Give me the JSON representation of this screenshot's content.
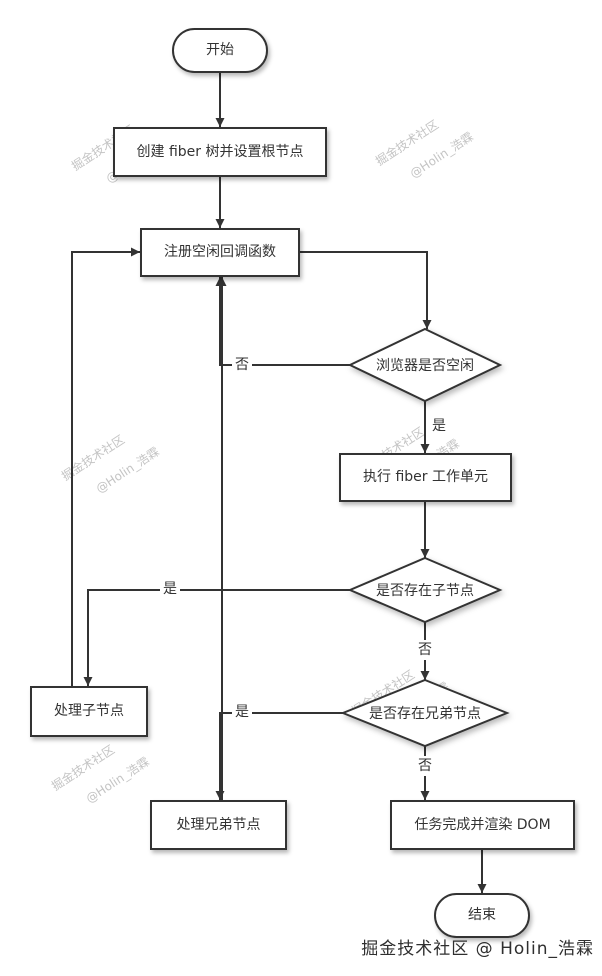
{
  "flowchart": {
    "nodes": {
      "start": "开始",
      "create_tree": "创建 fiber 树并设置根节点",
      "register_callback": "注册空闲回调函数",
      "browser_idle": "浏览器是否空闲",
      "execute_unit": "执行 fiber 工作单元",
      "has_child": "是否存在子节点",
      "process_child": "处理子节点",
      "has_sibling": "是否存在兄弟节点",
      "process_sibling": "处理兄弟节点",
      "render_dom": "任务完成并渲染 DOM",
      "end": "结束"
    },
    "edge_labels": {
      "idle_no": "否",
      "idle_yes": "是",
      "child_yes": "是",
      "child_no": "否",
      "sibling_yes": "是",
      "sibling_no": "否"
    },
    "colors": {
      "stroke": "#333333",
      "node_fill": "#ffffff",
      "text": "#333333"
    }
  },
  "watermark": {
    "tile_line1": "掘金技术社区",
    "tile_line2": "@Holin_浩霖",
    "footer": "掘金技术社区 @ Holin_浩霖"
  }
}
